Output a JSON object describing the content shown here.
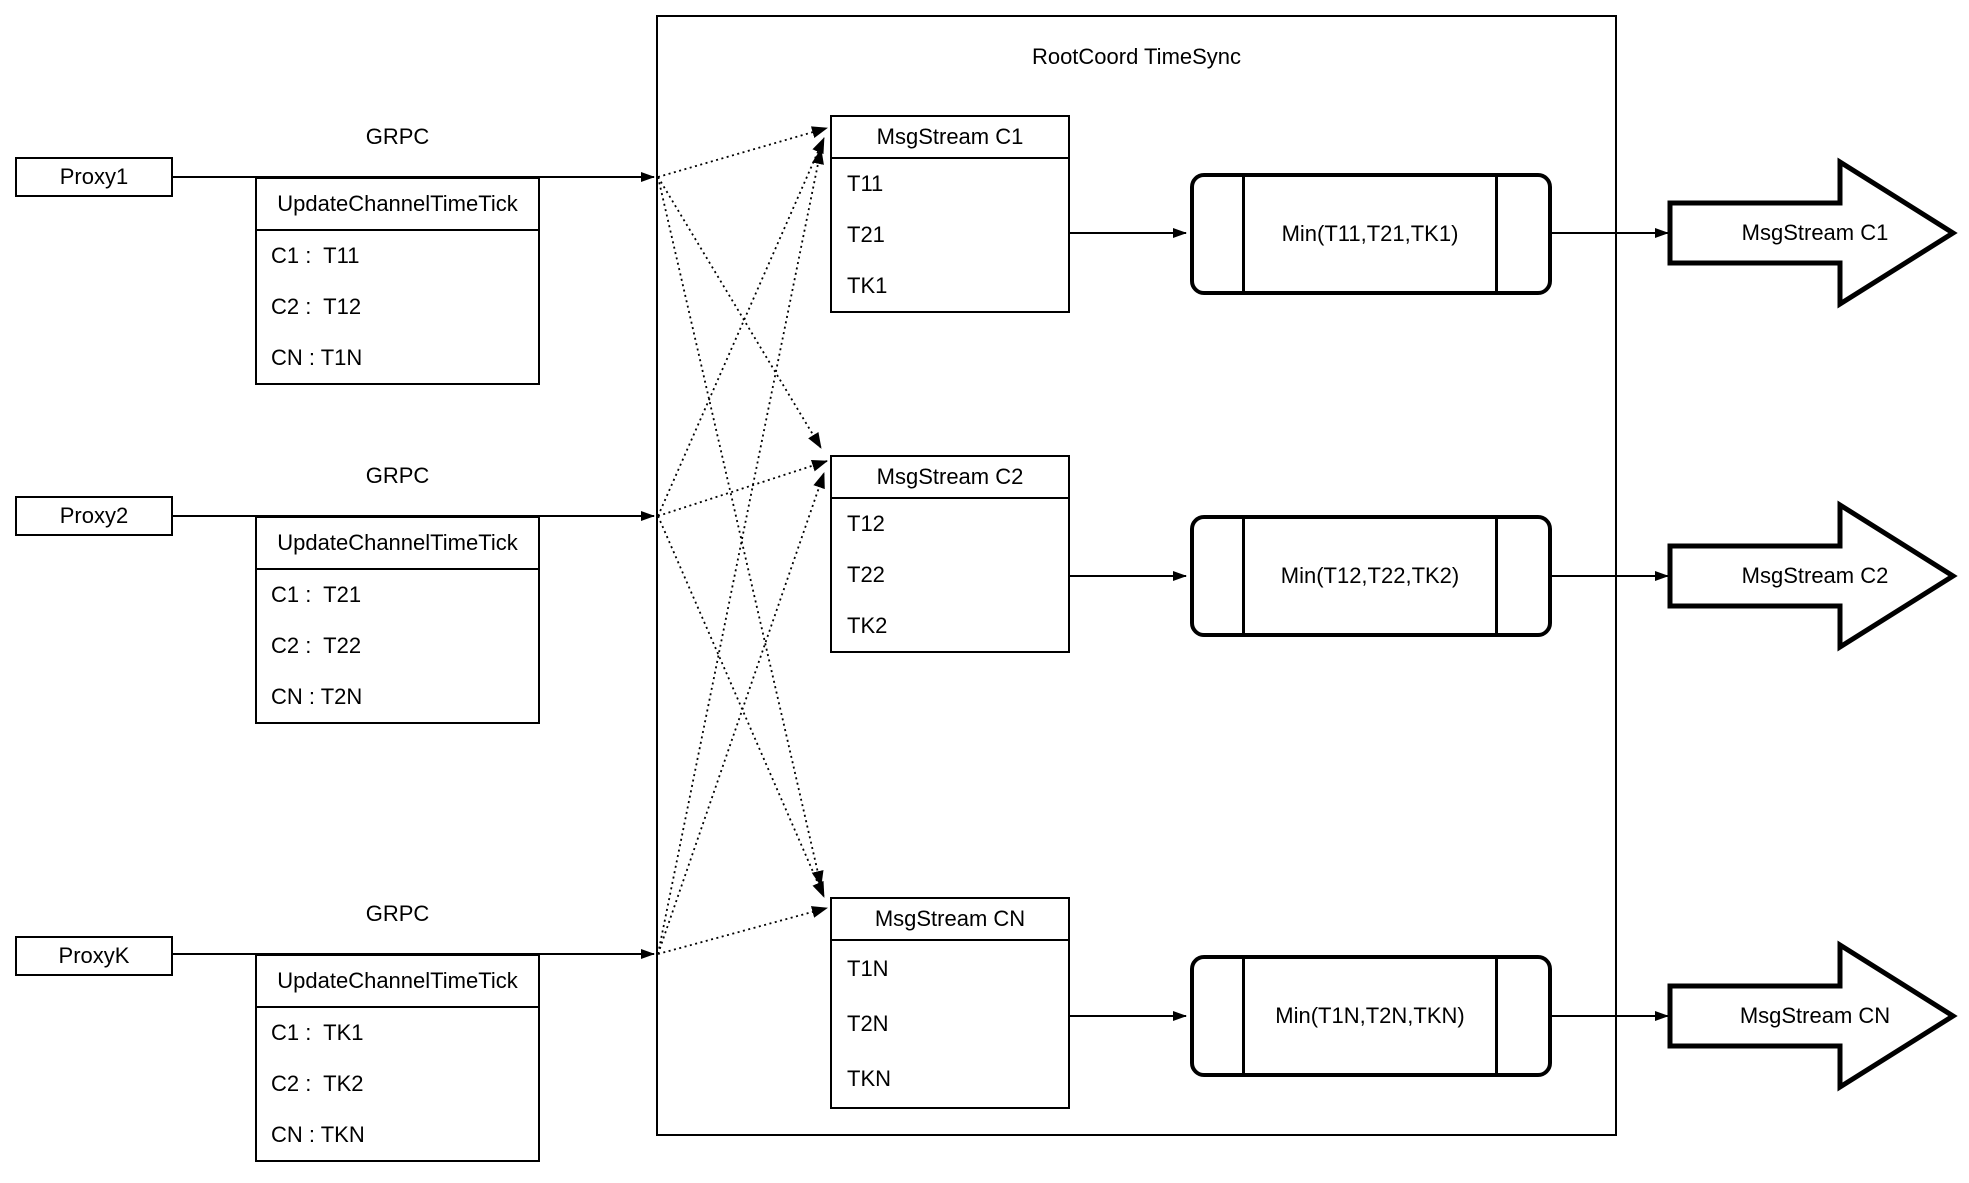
{
  "diagram": {
    "title": "RootCoord TimeSync",
    "colors": {
      "stroke": "#000000",
      "background": "#ffffff"
    },
    "proxies": [
      {
        "name": "Proxy1",
        "grpc_label": "GRPC",
        "table_header": "UpdateChannelTimeTick",
        "rows": [
          "C1 :  T11",
          "C2 :  T12",
          "CN : T1N"
        ]
      },
      {
        "name": "Proxy2",
        "grpc_label": "GRPC",
        "table_header": "UpdateChannelTimeTick",
        "rows": [
          "C1 :  T21",
          "C2 :  T22",
          "CN : T2N"
        ]
      },
      {
        "name": "ProxyK",
        "grpc_label": "GRPC",
        "table_header": "UpdateChannelTimeTick",
        "rows": [
          "C1 :  TK1",
          "C2 :  TK2",
          "CN : TKN"
        ]
      }
    ],
    "streams": [
      {
        "header": "MsgStream C1",
        "rows": [
          "T11",
          "T21",
          "TK1"
        ],
        "min_label": "Min(T11,T21,TK1)",
        "output_label": "MsgStream C1"
      },
      {
        "header": "MsgStream C2",
        "rows": [
          "T12",
          "T22",
          "TK2"
        ],
        "min_label": "Min(T12,T22,TK2)",
        "output_label": "MsgStream C2"
      },
      {
        "header": "MsgStream CN",
        "rows": [
          "T1N",
          "T2N",
          "TKN"
        ],
        "min_label": "Min(T1N,T2N,TKN)",
        "output_label": "MsgStream CN"
      }
    ]
  }
}
